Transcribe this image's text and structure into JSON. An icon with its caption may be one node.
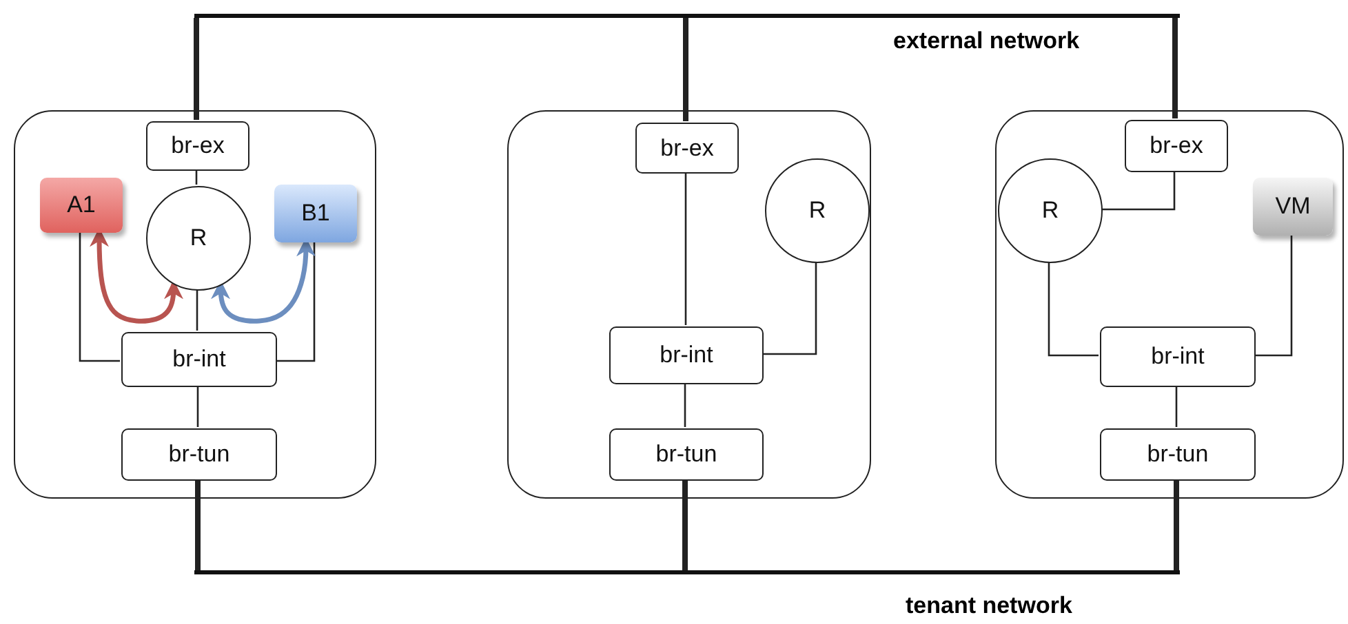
{
  "diagram": {
    "nodes": [
      {
        "text": [],
        "shape": "box"
      },
      {
        "text": [
          "br-ex"
        ],
        "in": 0
      },
      {
        "text": [
          "A1"
        ],
        "in": 0
      },
      {
        "text": [
          "R"
        ],
        "in": 0
      },
      {
        "text": [
          "B1"
        ],
        "in": 0
      },
      {
        "text": [
          "br-int"
        ],
        "in": 0
      },
      {
        "text": [
          "br-tun"
        ],
        "in": 0
      },
      {
        "text": [],
        "shape": "box"
      },
      {
        "text": [
          "br-ex"
        ],
        "in": 7
      },
      {
        "text": [
          "R"
        ],
        "in": 7
      },
      {
        "text": [
          "br-int"
        ],
        "in": 7
      },
      {
        "text": [
          "br-tun"
        ],
        "in": 7
      },
      {
        "text": [],
        "shape": "box"
      },
      {
        "text": [
          "br-ex"
        ],
        "in": 12
      },
      {
        "text": [
          "R"
        ],
        "in": 12
      },
      {
        "text": [
          "VM"
        ],
        "in": 12
      },
      {
        "text": [
          "br-int"
        ],
        "in": 12
      },
      {
        "text": [
          "br-tun"
        ],
        "in": 12
      },
      {
        "text": [],
        "shape": "bar",
        "beside": [
          "external network"
        ]
      },
      {
        "text": [],
        "shape": "bar",
        "beside": [
          "tenant network"
        ]
      }
    ],
    "edges": [
      {
        "from": 1,
        "to": 18,
        "arrow": "none",
        "style": "thick"
      },
      {
        "from": 8,
        "to": 18,
        "arrow": "none",
        "style": "thick"
      },
      {
        "from": 13,
        "to": 18,
        "arrow": "none",
        "style": "thick"
      },
      {
        "from": 1,
        "to": 3,
        "arrow": "none"
      },
      {
        "from": 3,
        "to": 5,
        "arrow": "none"
      },
      {
        "from": 2,
        "to": 5,
        "arrow": "none"
      },
      {
        "from": 4,
        "to": 5,
        "arrow": "none"
      },
      {
        "from": 5,
        "to": 6,
        "arrow": "none"
      },
      {
        "from": 2,
        "to": 3,
        "arrow": "both",
        "style": "thick",
        "color": "#b85450"
      },
      {
        "from": 3,
        "to": 4,
        "arrow": "both",
        "style": "thick",
        "color": "#6c8ebf"
      },
      {
        "from": 8,
        "to": 10,
        "arrow": "none"
      },
      {
        "from": 9,
        "to": 10,
        "arrow": "none"
      },
      {
        "from": 10,
        "to": 11,
        "arrow": "none"
      },
      {
        "from": 13,
        "to": 14,
        "arrow": "none"
      },
      {
        "from": 14,
        "to": 16,
        "arrow": "none"
      },
      {
        "from": 15,
        "to": 16,
        "arrow": "none"
      },
      {
        "from": 16,
        "to": 17,
        "arrow": "none"
      },
      {
        "from": 6,
        "to": 19,
        "arrow": "none",
        "style": "thick"
      },
      {
        "from": 11,
        "to": 19,
        "arrow": "none",
        "style": "thick"
      },
      {
        "from": 17,
        "to": 19,
        "arrow": "none",
        "style": "thick"
      }
    ]
  }
}
